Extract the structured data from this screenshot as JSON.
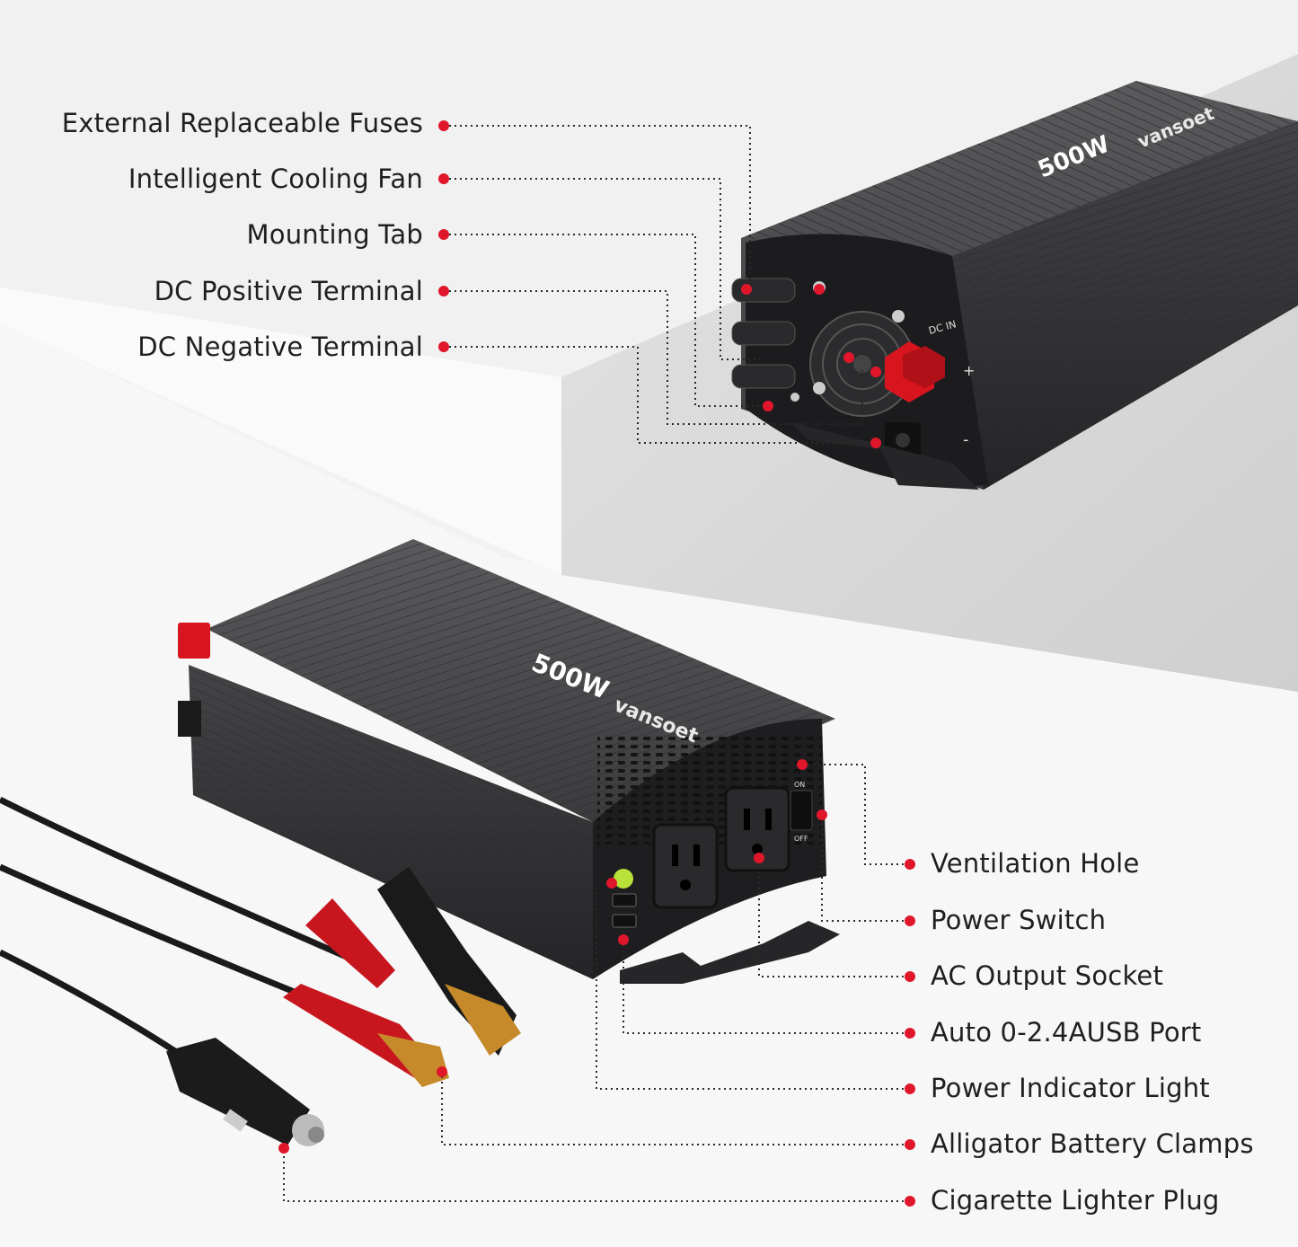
{
  "colors": {
    "accent": "#e0162b",
    "body": "#3a3a3c",
    "text": "#1f1f1f"
  },
  "product": {
    "wattage": "500W",
    "brand": "vansoet",
    "dc_in": "DC IN",
    "plus": "+",
    "minus": "-",
    "switch_on": "ON",
    "switch_off": "OFF"
  },
  "callouts": {
    "left": [
      {
        "label": "External Replaceable Fuses"
      },
      {
        "label": "Intelligent Cooling Fan"
      },
      {
        "label": "Mounting Tab"
      },
      {
        "label": "DC Positive Terminal"
      },
      {
        "label": "DC Negative Terminal"
      }
    ],
    "right": [
      {
        "label": "Ventilation Hole"
      },
      {
        "label": "Power Switch"
      },
      {
        "label": "AC Output Socket"
      },
      {
        "label": "Auto 0-2.4AUSB Port"
      },
      {
        "label": "Power Indicator Light"
      },
      {
        "label": "Alligator Battery Clamps"
      },
      {
        "label": "Cigarette Lighter Plug"
      }
    ]
  }
}
